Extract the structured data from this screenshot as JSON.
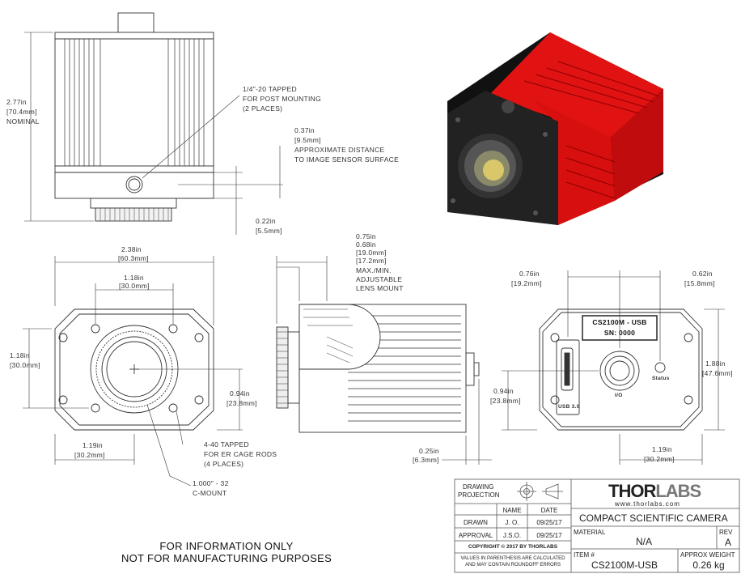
{
  "dimensions": {
    "height_in": "2.77in",
    "height_mm": "[70.4mm]",
    "height_note": "NOMINAL",
    "tapped_line1": "1/4\"-20 TAPPED",
    "tapped_line2": "FOR POST MOUNTING",
    "tapped_line3": "(2 PLACES)",
    "sensor_in": "0.37in",
    "sensor_mm": "[9.5mm]",
    "sensor_note1": "APPROXIMATE DISTANCE",
    "sensor_note2": "TO IMAGE SENSOR SURFACE",
    "mount_in": "0.22in",
    "mount_mm": "[5.5mm]",
    "width_in": "2.38in",
    "width_mm": "[60.3mm]",
    "inner_in": "1.18in",
    "inner_mm": "[30.0mm]",
    "side_in": "1.18in",
    "side_mm": "[30.0mm]",
    "center_in": "0.94in",
    "center_mm": "[23.8mm]",
    "bottom_in": "1.19in",
    "bottom_mm": "[30.2mm]",
    "cage_line1": "4-40 TAPPED",
    "cage_line2": "FOR ER CAGE RODS",
    "cage_line3": "(4 PLACES)",
    "cmount_line1": "1.000\" - 32",
    "cmount_line2": "C-MOUNT",
    "lens_in1": "0.75in",
    "lens_in2": "0.68in",
    "lens_mm1": "[19.0mm]",
    "lens_mm2": "[17.2mm]",
    "lens_note1": "MAX./MIN.",
    "lens_note2": "ADJUSTABLE",
    "lens_note3": "LENS MOUNT",
    "side_bot_in": "0.25in",
    "side_bot_mm": "[6.3mm]",
    "rear_left_in": "0.76in",
    "rear_left_mm": "[19.2mm]",
    "rear_right_in": "0.62in",
    "rear_right_mm": "[15.8mm]",
    "rear_h_in": "1.88in",
    "rear_h_mm": "[47.6mm]",
    "rear_c_in": "0.94in",
    "rear_c_mm": "[23.8mm]",
    "rear_b_in": "1.19in",
    "rear_b_mm": "[30.2mm]"
  },
  "rear_panel": {
    "model": "CS2100M - USB",
    "serial": "SN: 0000",
    "usb_label": "USB 3.0",
    "io_label": "I/O",
    "status_label": "Status"
  },
  "disclaimer": {
    "line1": "FOR INFORMATION ONLY",
    "line2": "NOT FOR MANUFACTURING PURPOSES"
  },
  "title_block": {
    "projection_line1": "DRAWING",
    "projection_line2": "PROJECTION",
    "name_header": "NAME",
    "date_header": "DATE",
    "drawn_label": "DRAWN",
    "drawn_name": "J. O.",
    "drawn_date": "09/25/17",
    "approval_label": "APPROVAL",
    "approval_name": "J.S.O.",
    "approval_date": "09/25/17",
    "copyright": "COPYRIGHT © 2017 BY THORLABS",
    "note_line1": "VALUES IN PARENTHESIS ARE CALCULATED",
    "note_line2": "AND MAY CONTAIN ROUNDOFF ERRORS",
    "brand_a": "THOR",
    "brand_b": "LABS",
    "website": "www.thorlabs.com",
    "product_title": "COMPACT SCIENTIFIC CAMERA",
    "material_label": "MATERIAL",
    "material_value": "N/A",
    "rev_label": "REV",
    "rev_value": "A",
    "item_label": "ITEM #",
    "item_value": "CS2100M-USB",
    "weight_label": "APPROX WEIGHT",
    "weight_value": "0.26 kg"
  },
  "colors": {
    "body_red": "#e00f0f",
    "body_dark": "#1c1c1c",
    "line": "#333333"
  }
}
